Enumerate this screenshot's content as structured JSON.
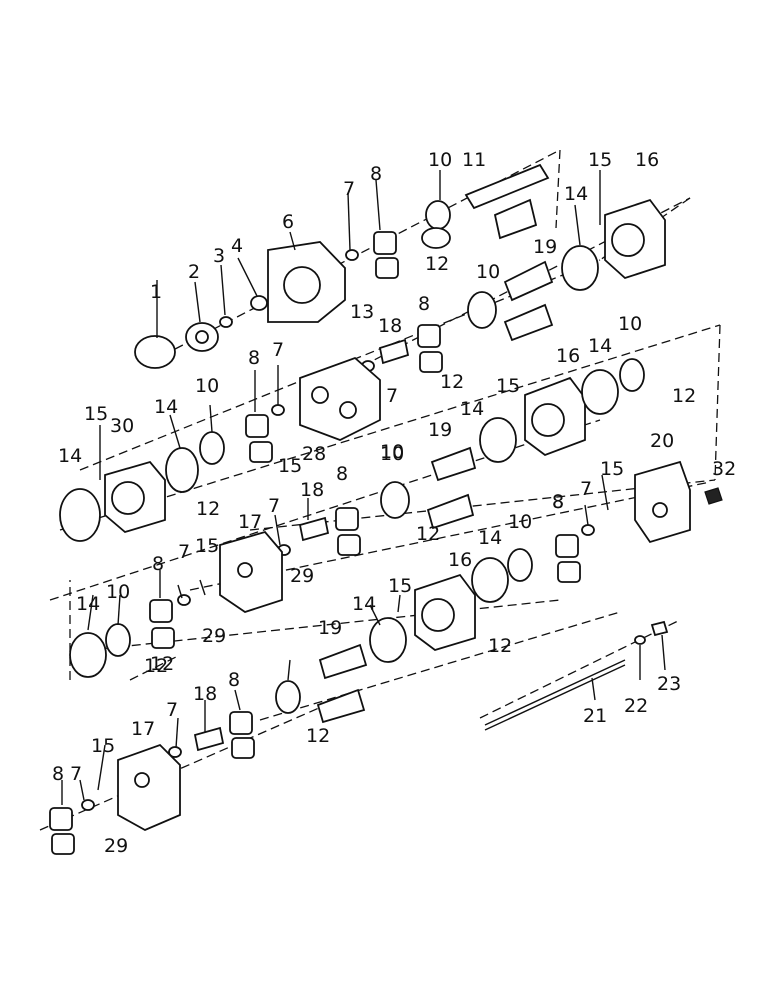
{
  "diagram": {
    "labels": {
      "row1": [
        "1",
        "2",
        "3",
        "4",
        "6",
        "7",
        "8",
        "10",
        "11",
        "12",
        "13",
        "15",
        "16",
        "14",
        "19",
        "10",
        "8",
        "18",
        "7",
        "12"
      ],
      "row2": [
        "15",
        "30",
        "14",
        "14",
        "10",
        "8",
        "7",
        "28",
        "15",
        "12",
        "16",
        "15",
        "14",
        "19",
        "10",
        "14",
        "10",
        "12",
        "20",
        "32",
        "15",
        "8",
        "7"
      ],
      "row3": [
        "17",
        "18",
        "7",
        "8",
        "10",
        "12",
        "12",
        "29",
        "29",
        "15",
        "7",
        "8",
        "10",
        "14",
        "16",
        "15",
        "14",
        "19",
        "10",
        "14",
        "12",
        "8",
        "12",
        "21",
        "22",
        "23"
      ],
      "row4": [
        "18",
        "8",
        "7",
        "17",
        "15",
        "7",
        "8",
        "29",
        "12"
      ]
    }
  }
}
